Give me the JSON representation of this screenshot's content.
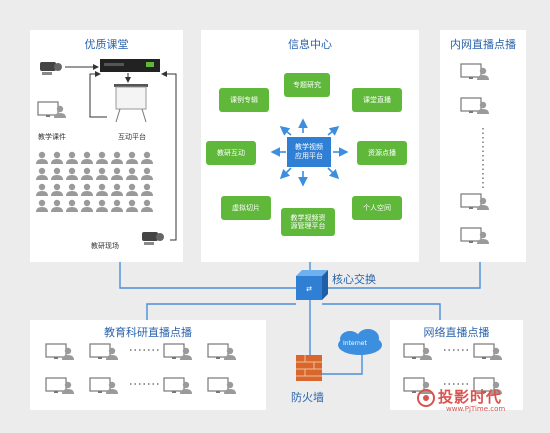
{
  "panels": {
    "quality_classroom": {
      "title": "优质课堂",
      "labels": {
        "courseware": "教学课件",
        "interactive": "互动平台",
        "research_site": "教研现场"
      }
    },
    "info_center": {
      "title": "信息中心",
      "center_label": "教学视频\n应用平台",
      "nodes": [
        "课例专辑",
        "专题研究",
        "课堂直播",
        "教研互动",
        "资源点播",
        "虚拟切片",
        "教学视频资\n源管理平台",
        "个人空间"
      ]
    },
    "intranet_live": {
      "title": "内网直播点播"
    },
    "edu_research_live": {
      "title": "教育科研直播点播"
    },
    "network_live": {
      "title": "网络直播点播"
    }
  },
  "core_switch": "核心交换",
  "firewall": "防火墙",
  "internet": "Internet",
  "watermark": {
    "cn": "投影时代",
    "url": "www.PjTime.com"
  },
  "colors": {
    "title_blue": "#2a63ab",
    "node_green": "#5fb83a",
    "center_blue": "#2f7fd4",
    "line_blue": "#4a8fd8",
    "watermark_red": "#d9534f"
  }
}
